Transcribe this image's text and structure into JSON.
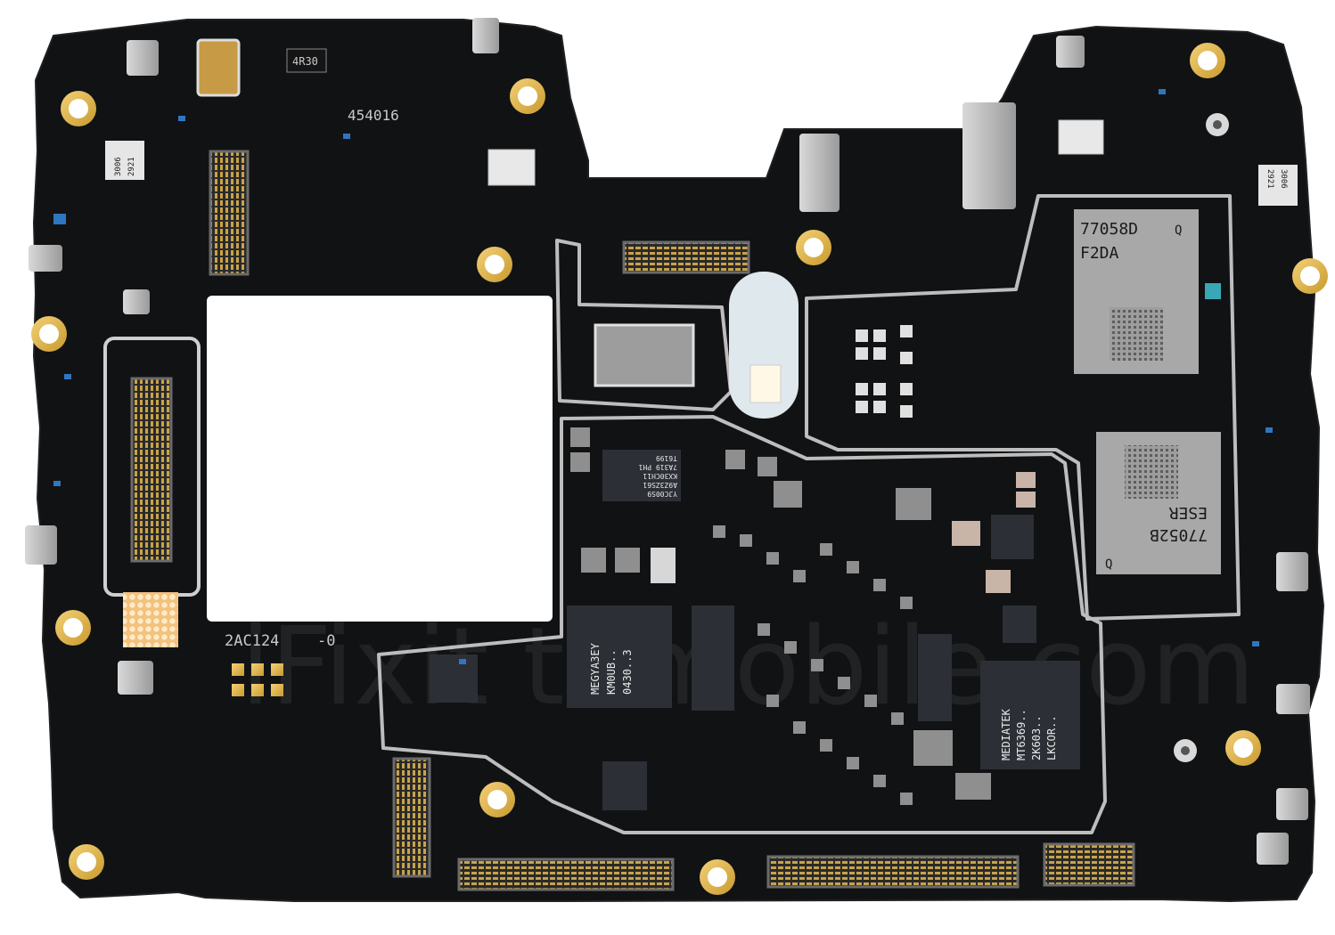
{
  "board": {
    "silkscreen": {
      "board_number": "454016",
      "resistor_mark": "4R30",
      "revision_main": "2AC124",
      "revision_suffix": "-0",
      "small_code_left_a": "3006",
      "small_code_left_b": "2921",
      "small_code_right_a": "3006",
      "small_code_right_b": "2921"
    },
    "chips": {
      "rf_module_top": {
        "line1": "77058D",
        "line2": "F2DA",
        "mark": "Q"
      },
      "rf_module_bottom": {
        "line1": "77052B",
        "line2": "ESER",
        "mark": "Q"
      },
      "memory_chip": {
        "line1": "MEGYA3EY",
        "line2": "KM0UB..",
        "line3": "0430..3"
      },
      "pmic_chip": {
        "line1": "MEDIATEK",
        "line2": "MT6369..",
        "line3": "2K603..",
        "line4": "LKCOR.."
      },
      "small_chip": {
        "line1": "YJC00S9",
        "line2": "A9Z3ZS61",
        "line3": "KX30CH11",
        "line4": "7A319 PH1",
        "line5": "T6199"
      }
    },
    "watermark": "iFixit tomobile.com"
  }
}
